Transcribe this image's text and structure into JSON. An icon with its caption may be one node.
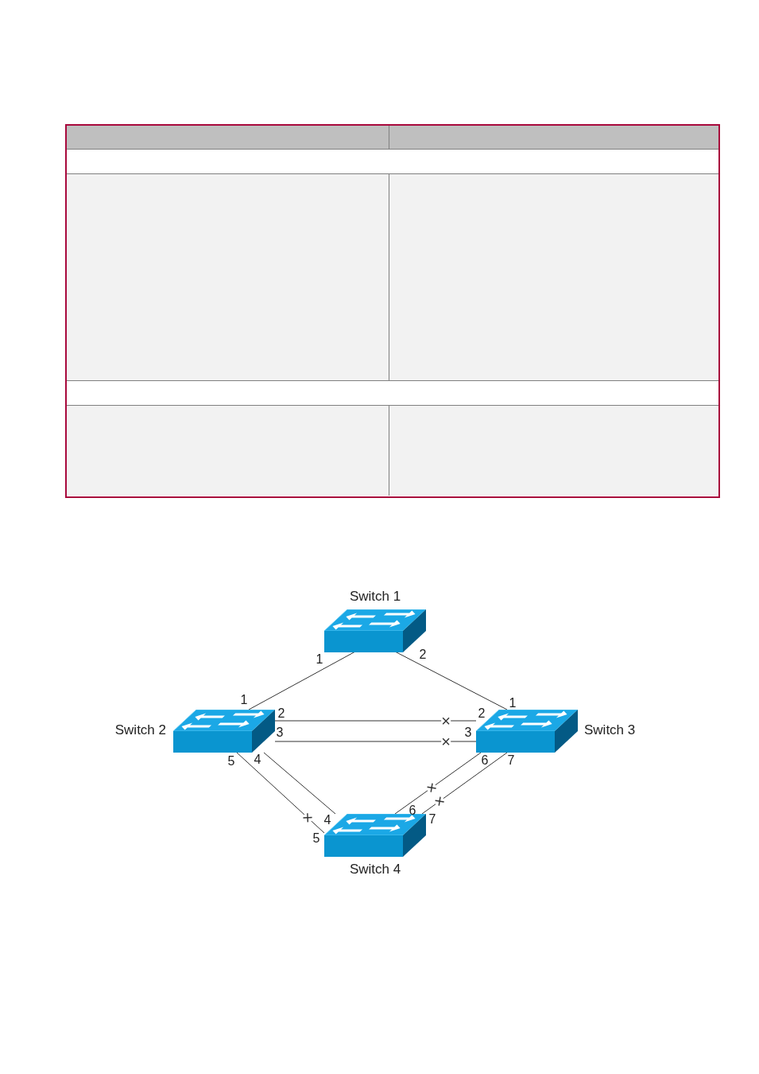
{
  "diagram": {
    "nodes": [
      {
        "text": [
          "Switch 1"
        ]
      },
      {
        "text": [
          "Switch 2"
        ]
      },
      {
        "text": [
          "Switch 3"
        ]
      },
      {
        "text": [
          "Switch 4"
        ]
      }
    ],
    "edges": [
      {
        "from": 0,
        "to": 1,
        "arrow": "none"
      },
      {
        "from": 0,
        "to": 2,
        "arrow": "none"
      },
      {
        "from": 1,
        "to": 2,
        "arrow": "none",
        "label": "×"
      },
      {
        "from": 1,
        "to": 2,
        "arrow": "none",
        "label": "×"
      },
      {
        "from": 1,
        "to": 3,
        "arrow": "none"
      },
      {
        "from": 1,
        "to": 3,
        "arrow": "none",
        "label": "×"
      },
      {
        "from": 2,
        "to": 3,
        "arrow": "none",
        "label": "×"
      },
      {
        "from": 2,
        "to": 3,
        "arrow": "none",
        "label": "×"
      }
    ],
    "labels": [
      "1",
      "2",
      "1",
      "1",
      "2",
      "2",
      "3",
      "3",
      "5",
      "4",
      "6",
      "7",
      "6",
      "4",
      "7",
      "5"
    ]
  }
}
